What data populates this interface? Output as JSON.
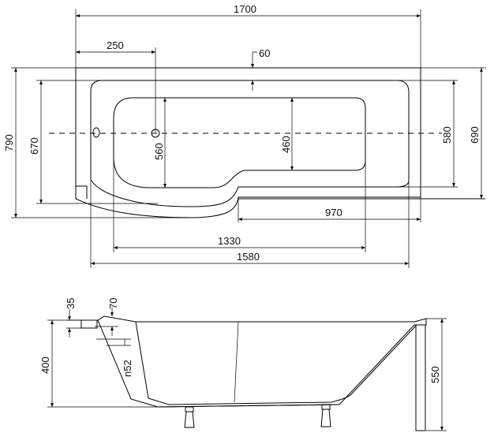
{
  "dimensions": {
    "overall_length": "1700",
    "offset_250": "250",
    "wall_60": "60",
    "total_width": "790",
    "inner_width_670": "670",
    "drain_560": "560",
    "basin_460": "460",
    "inner_580": "580",
    "outer_690": "690",
    "straight_970": "970",
    "basin_length_1330": "1330",
    "rim_length_1580": "1580"
  },
  "section": {
    "rim_35": "35",
    "rim_70": "70",
    "overflow_label": "n52",
    "depth_400": "400",
    "height_550": "550"
  }
}
